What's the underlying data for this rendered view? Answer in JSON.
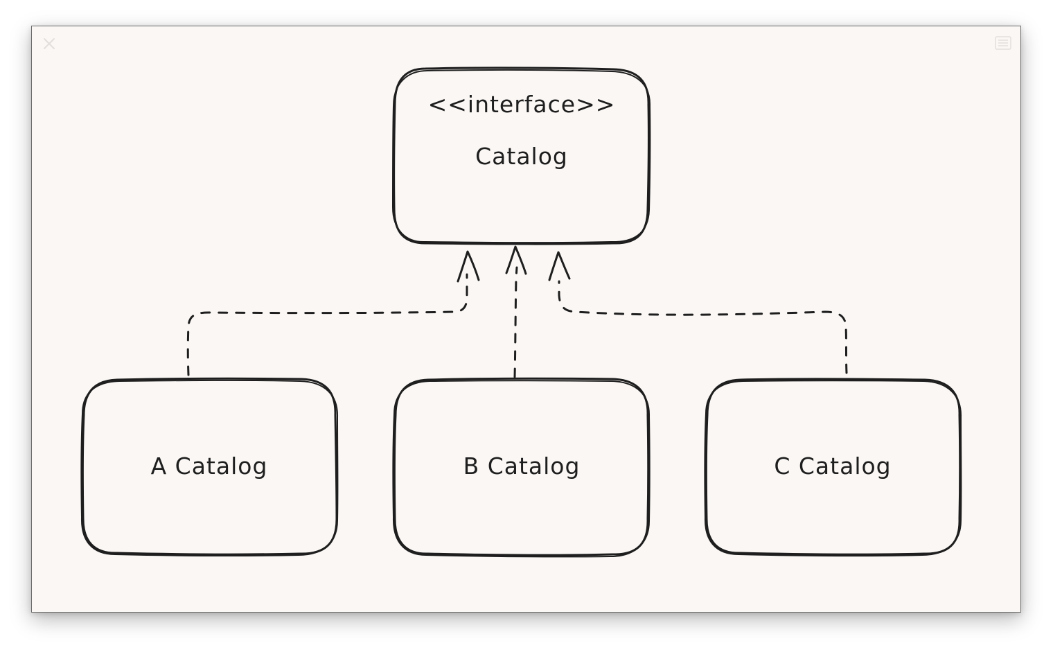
{
  "window": {
    "close_icon": "close-icon",
    "menu_icon": "library-icon"
  },
  "diagram": {
    "interface_node": {
      "stereotype": "<<interface>>",
      "name": "Catalog"
    },
    "impl_nodes": [
      {
        "name": "A Catalog"
      },
      {
        "name": "B Catalog"
      },
      {
        "name": "C Catalog"
      }
    ],
    "relation": "realization",
    "stroke_color": "#1e1e1e",
    "background_color": "#faf7f4"
  }
}
